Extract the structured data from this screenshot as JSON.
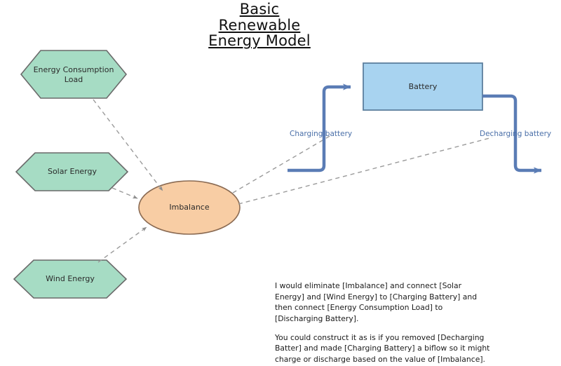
{
  "title": {
    "lines": [
      "Basic",
      "Renewable",
      "Energy Model"
    ]
  },
  "nodes": {
    "energy_consumption_load": {
      "label": "Energy Consumption\nLoad",
      "label_line1": "Energy Consumption",
      "label_line2": "Load",
      "shape": "hexagon",
      "fill": "#a6dcc4",
      "stroke": "#6a6a6a"
    },
    "solar_energy": {
      "label": "Solar Energy",
      "shape": "hexagon",
      "fill": "#a6dcc4",
      "stroke": "#6a6a6a"
    },
    "wind_energy": {
      "label": "Wind Energy",
      "shape": "hexagon",
      "fill": "#a6dcc4",
      "stroke": "#6a6a6a"
    },
    "imbalance": {
      "label": "Imbalance",
      "shape": "ellipse",
      "fill": "#f8cda4",
      "stroke": "#8a6a52"
    },
    "battery": {
      "label": "Battery",
      "shape": "rectangle",
      "fill": "#a8d3f0",
      "stroke": "#5d7f9e"
    }
  },
  "edges": {
    "charging_battery_label": "Charging battery",
    "discharging_battery_label": "Decharging battery",
    "dashed_color": "#9a9a9a",
    "flow_color": "#5a7cb5"
  },
  "notes": {
    "paragraph1": "I would eliminate [Imbalance] and connect [Solar Energy] and [Wind Energy] to [Charging Battery] and then connect [Energy Consumption Load] to [Discharging Battery].",
    "paragraph2": "You could construct it as is if you removed [Decharging Batter] and made [Charging Battery] a biflow so it might charge or discharge based on the value of [Imbalance]."
  }
}
